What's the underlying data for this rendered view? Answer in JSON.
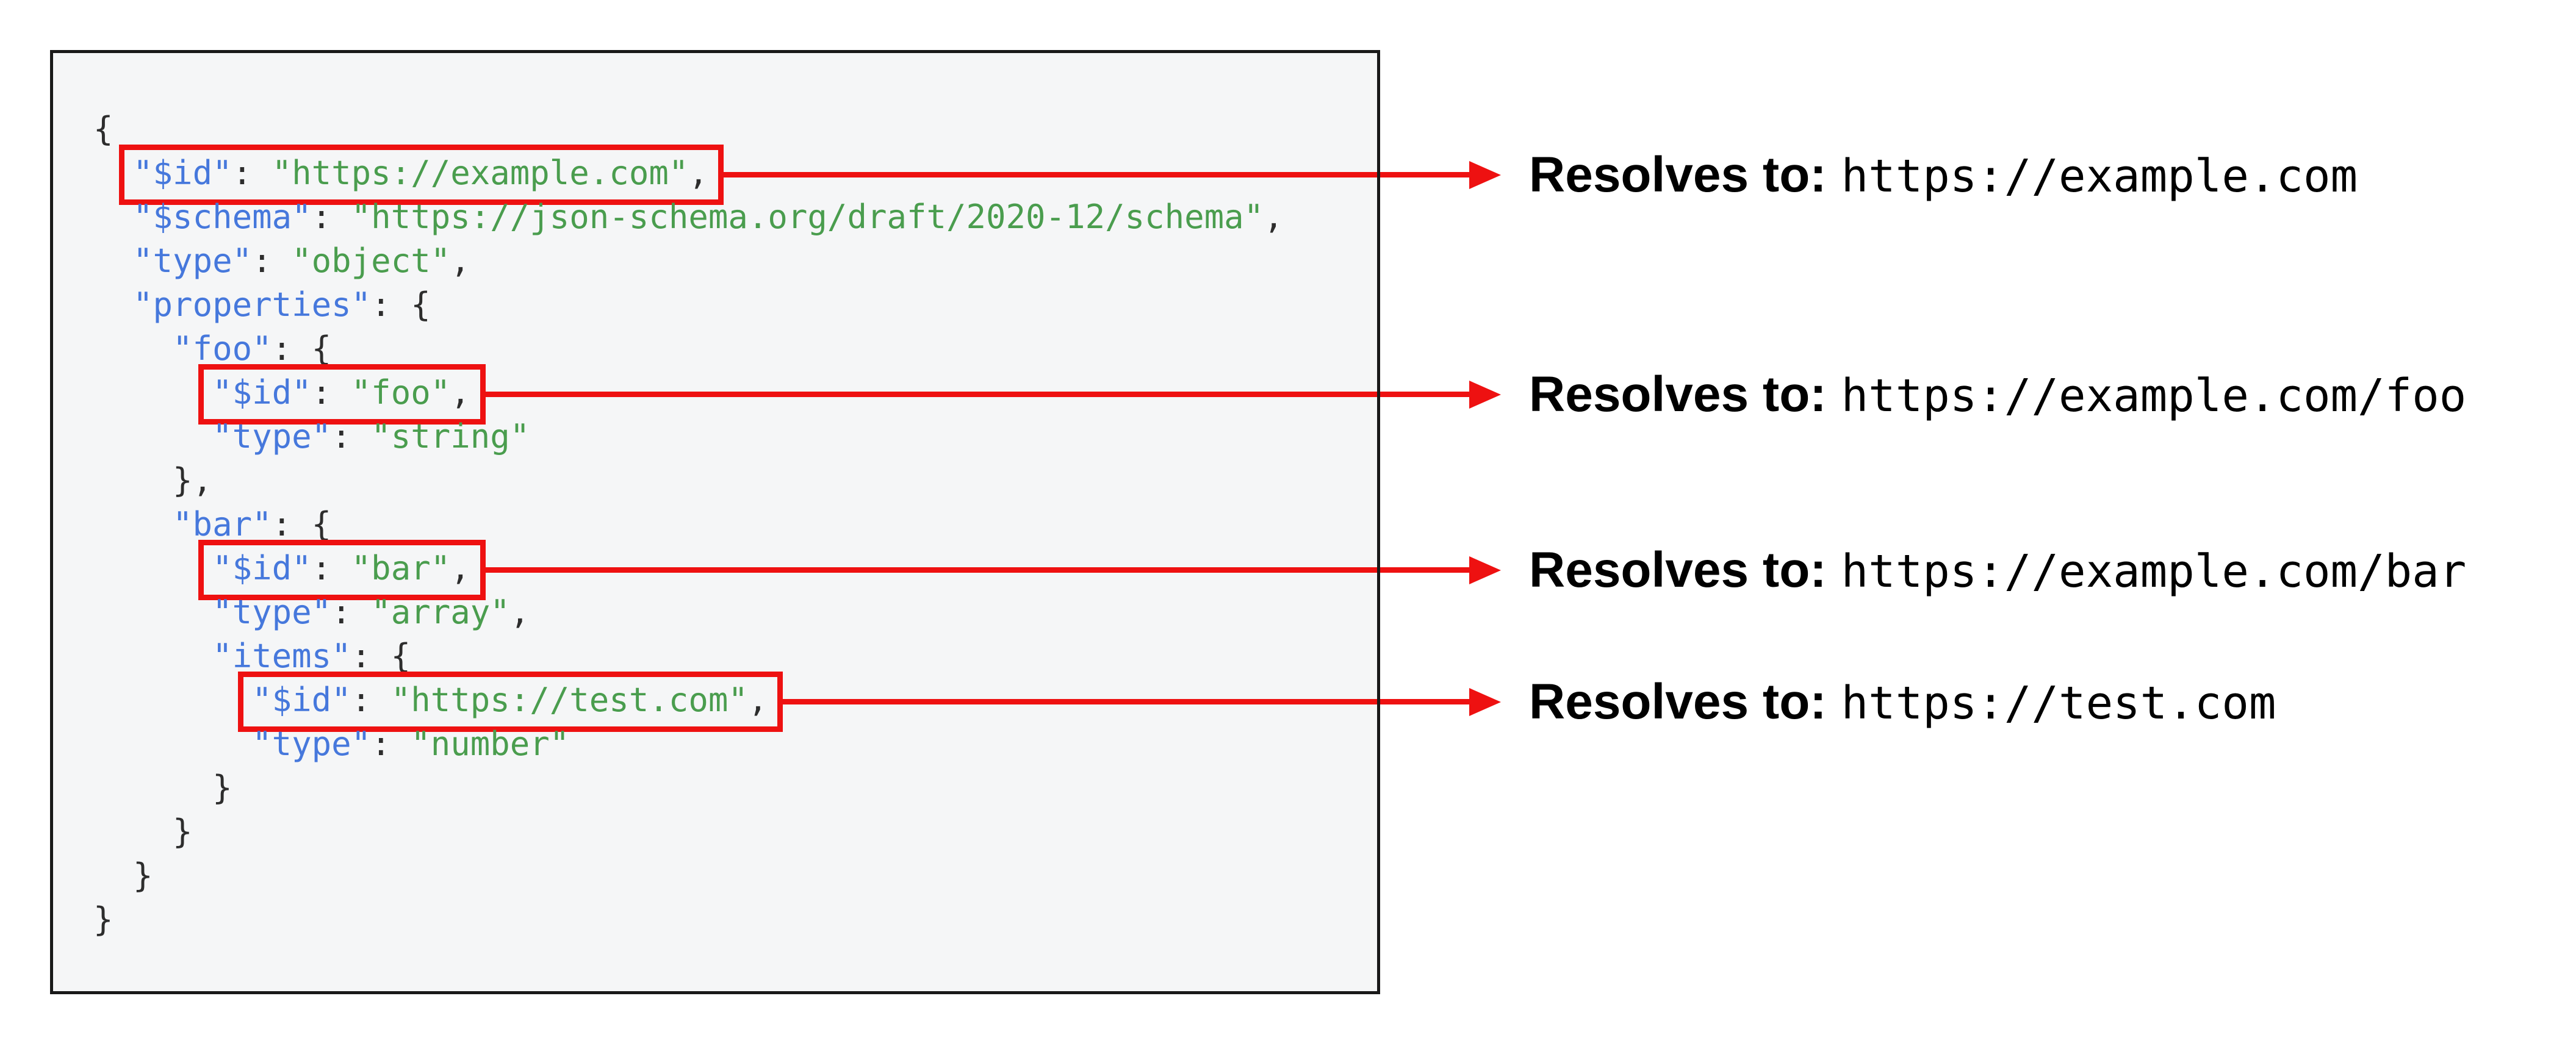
{
  "figure": {
    "description": "JSON Schema $id resolution diagram"
  },
  "colors": {
    "key": "#4678dc",
    "string": "#4a9d4e",
    "punctuation": "#2d2d2d",
    "highlight_red": "#ee1111",
    "panel_bg": "#f5f6f7",
    "panel_border": "#191919"
  },
  "code": {
    "language": "json",
    "lines": [
      {
        "indent": 0,
        "segments": [
          {
            "type": "punc",
            "text": "{"
          }
        ]
      },
      {
        "indent": 1,
        "boxed": true,
        "annotation_index": 0,
        "segments": [
          {
            "type": "key",
            "text": "\"$id\""
          },
          {
            "type": "punc",
            "text": ": "
          },
          {
            "type": "str",
            "text": "\"https://example.com\""
          },
          {
            "type": "punc",
            "text": ","
          }
        ]
      },
      {
        "indent": 1,
        "segments": [
          {
            "type": "key",
            "text": "\"$schema\""
          },
          {
            "type": "punc",
            "text": ": "
          },
          {
            "type": "str",
            "text": "\"https://json-schema.org/draft/2020-12/schema\""
          },
          {
            "type": "punc",
            "text": ","
          }
        ]
      },
      {
        "indent": 1,
        "segments": [
          {
            "type": "key",
            "text": "\"type\""
          },
          {
            "type": "punc",
            "text": ": "
          },
          {
            "type": "str",
            "text": "\"object\""
          },
          {
            "type": "punc",
            "text": ","
          }
        ]
      },
      {
        "indent": 1,
        "segments": [
          {
            "type": "key",
            "text": "\"properties\""
          },
          {
            "type": "punc",
            "text": ": {"
          }
        ]
      },
      {
        "indent": 2,
        "segments": [
          {
            "type": "key",
            "text": "\"foo\""
          },
          {
            "type": "punc",
            "text": ": {"
          }
        ]
      },
      {
        "indent": 3,
        "boxed": true,
        "annotation_index": 1,
        "segments": [
          {
            "type": "key",
            "text": "\"$id\""
          },
          {
            "type": "punc",
            "text": ": "
          },
          {
            "type": "str",
            "text": "\"foo\""
          },
          {
            "type": "punc",
            "text": ","
          }
        ]
      },
      {
        "indent": 3,
        "segments": [
          {
            "type": "key",
            "text": "\"type\""
          },
          {
            "type": "punc",
            "text": ": "
          },
          {
            "type": "str",
            "text": "\"string\""
          }
        ]
      },
      {
        "indent": 2,
        "segments": [
          {
            "type": "punc",
            "text": "},"
          }
        ]
      },
      {
        "indent": 2,
        "segments": [
          {
            "type": "key",
            "text": "\"bar\""
          },
          {
            "type": "punc",
            "text": ": {"
          }
        ]
      },
      {
        "indent": 3,
        "boxed": true,
        "annotation_index": 2,
        "segments": [
          {
            "type": "key",
            "text": "\"$id\""
          },
          {
            "type": "punc",
            "text": ": "
          },
          {
            "type": "str",
            "text": "\"bar\""
          },
          {
            "type": "punc",
            "text": ","
          }
        ]
      },
      {
        "indent": 3,
        "segments": [
          {
            "type": "key",
            "text": "\"type\""
          },
          {
            "type": "punc",
            "text": ": "
          },
          {
            "type": "str",
            "text": "\"array\""
          },
          {
            "type": "punc",
            "text": ","
          }
        ]
      },
      {
        "indent": 3,
        "segments": [
          {
            "type": "key",
            "text": "\"items\""
          },
          {
            "type": "punc",
            "text": ": {"
          }
        ]
      },
      {
        "indent": 4,
        "boxed": true,
        "annotation_index": 3,
        "segments": [
          {
            "type": "key",
            "text": "\"$id\""
          },
          {
            "type": "punc",
            "text": ": "
          },
          {
            "type": "str",
            "text": "\"https://test.com\""
          },
          {
            "type": "punc",
            "text": ","
          }
        ]
      },
      {
        "indent": 4,
        "segments": [
          {
            "type": "key",
            "text": "\"type\""
          },
          {
            "type": "punc",
            "text": ": "
          },
          {
            "type": "str",
            "text": "\"number\""
          }
        ]
      },
      {
        "indent": 3,
        "segments": [
          {
            "type": "punc",
            "text": "}"
          }
        ]
      },
      {
        "indent": 2,
        "segments": [
          {
            "type": "punc",
            "text": "}"
          }
        ]
      },
      {
        "indent": 1,
        "segments": [
          {
            "type": "punc",
            "text": "}"
          }
        ]
      },
      {
        "indent": 0,
        "segments": [
          {
            "type": "punc",
            "text": "}"
          }
        ]
      }
    ]
  },
  "annotations": [
    {
      "label": "Resolves to:",
      "url": "https://example.com"
    },
    {
      "label": "Resolves to:",
      "url": "https://example.com/foo"
    },
    {
      "label": "Resolves to:",
      "url": "https://example.com/bar"
    },
    {
      "label": "Resolves to:",
      "url": "https://test.com"
    }
  ]
}
